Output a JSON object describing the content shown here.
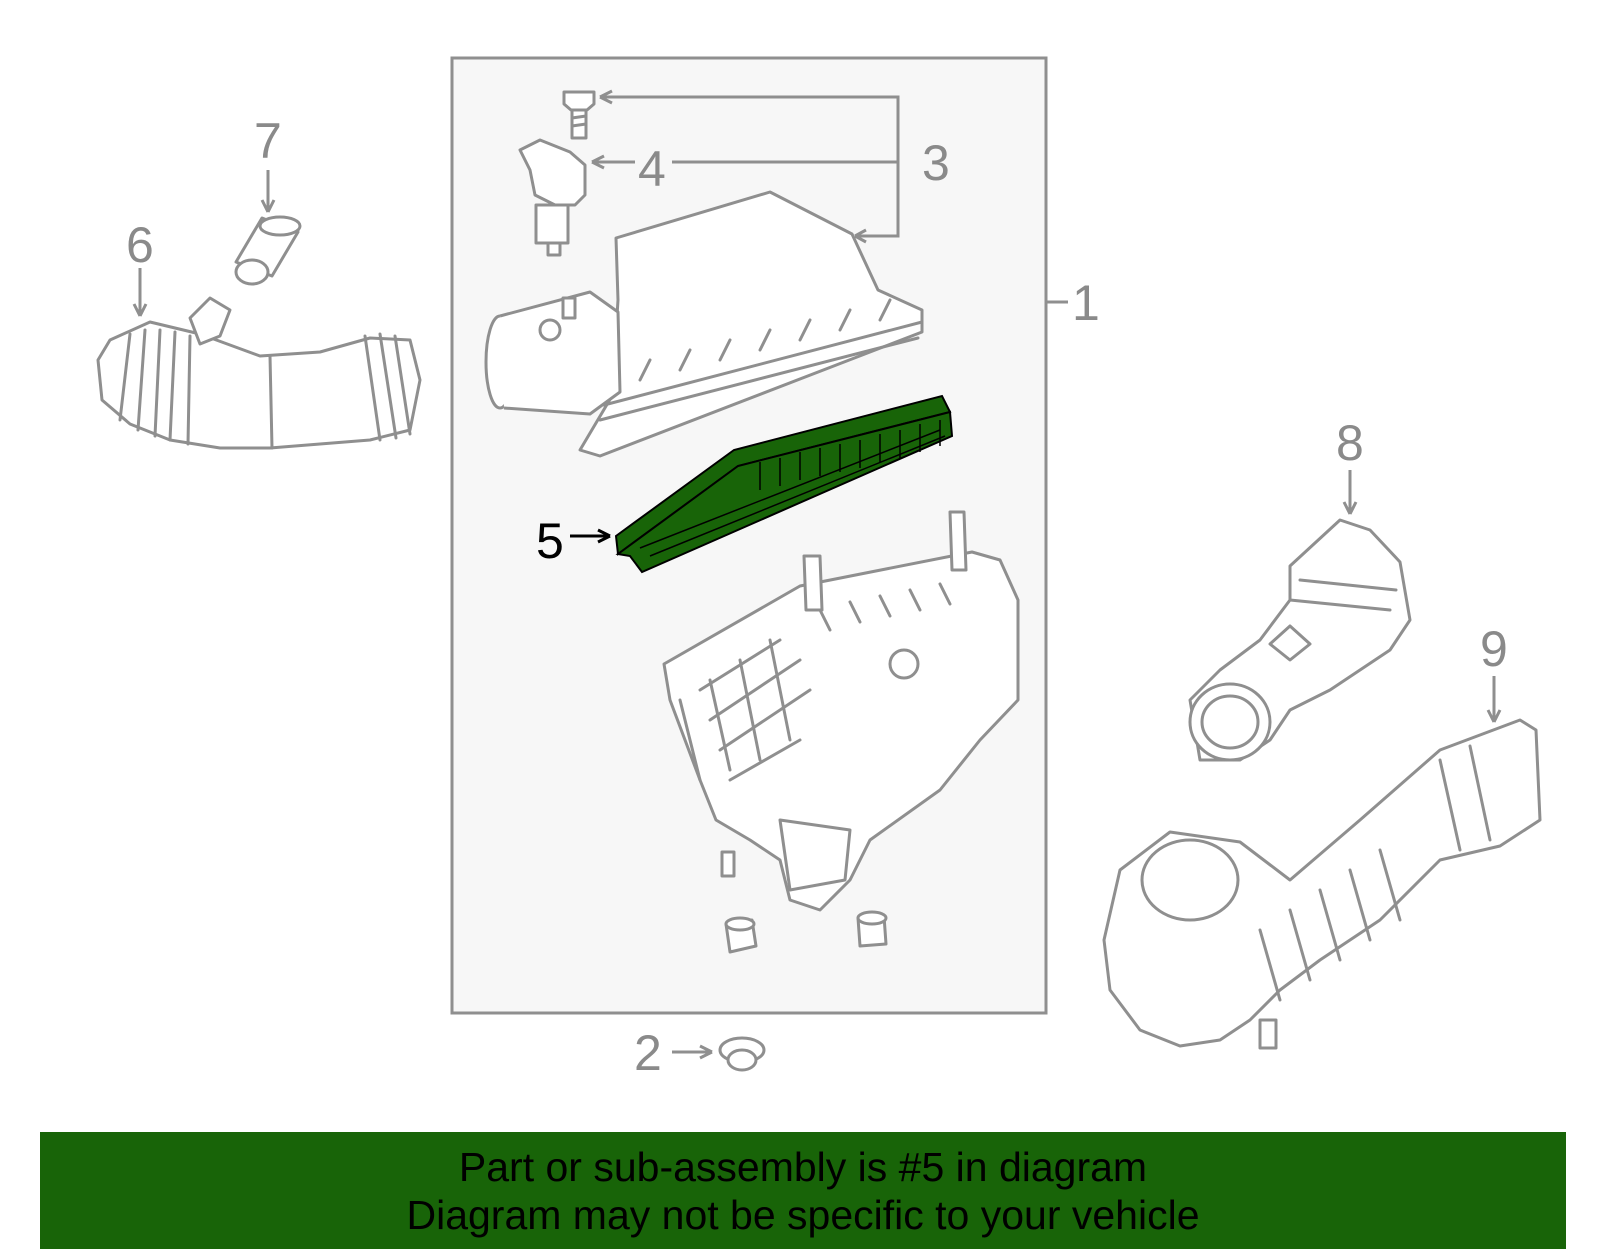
{
  "diagram": {
    "callouts": {
      "c1": "1",
      "c2": "2",
      "c3": "3",
      "c4": "4",
      "c5": "5",
      "c6": "6",
      "c7": "7",
      "c8": "8",
      "c9": "9"
    },
    "highlighted_part": "5",
    "colors": {
      "highlight": "#186408",
      "line": "#8f8f8f",
      "assembly_box": "#f7f7f7"
    }
  },
  "banner": {
    "line1": "Part or sub-assembly is #5 in diagram",
    "line2": "Diagram may not be specific to your vehicle"
  }
}
